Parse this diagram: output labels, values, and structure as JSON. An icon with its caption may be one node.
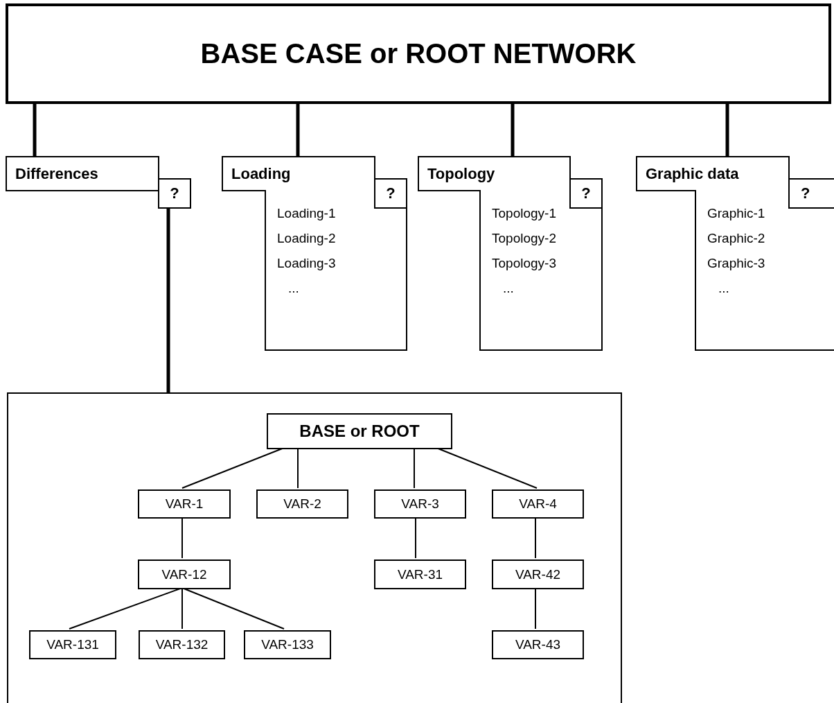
{
  "diagram": {
    "nodes": [
      {
        "text": [
          "BASE CASE or ROOT NETWORK"
        ]
      },
      {
        "text": [
          "Differences"
        ]
      },
      {
        "text": [
          "?"
        ]
      },
      {
        "text": [
          "Loading"
        ]
      },
      {
        "text": [
          "?"
        ]
      },
      {
        "text": [
          "Topology"
        ]
      },
      {
        "text": [
          "?"
        ]
      },
      {
        "text": [
          "Graphic data"
        ]
      },
      {
        "text": [
          "?"
        ]
      },
      {
        "text": [
          "Loading-1",
          "Loading-2",
          "Loading-3",
          "..."
        ]
      },
      {
        "text": [
          "Topology-1",
          "Topology-2",
          "Topology-3",
          "..."
        ]
      },
      {
        "text": [
          "Graphic-1",
          "Graphic-2",
          "Graphic-3",
          "..."
        ]
      },
      {
        "text": [],
        "shape": "box"
      },
      {
        "text": [
          "BASE or ROOT"
        ],
        "in": 12
      },
      {
        "text": [
          "VAR-1"
        ],
        "in": 12
      },
      {
        "text": [
          "VAR-2"
        ],
        "in": 12
      },
      {
        "text": [
          "VAR-3"
        ],
        "in": 12
      },
      {
        "text": [
          "VAR-4"
        ],
        "in": 12
      },
      {
        "text": [
          "VAR-12"
        ],
        "in": 12
      },
      {
        "text": [
          "VAR-31"
        ],
        "in": 12
      },
      {
        "text": [
          "VAR-42"
        ],
        "in": 12
      },
      {
        "text": [
          "VAR-131"
        ],
        "in": 12
      },
      {
        "text": [
          "VAR-132"
        ],
        "in": 12
      },
      {
        "text": [
          "VAR-133"
        ],
        "in": 12
      },
      {
        "text": [
          "VAR-43"
        ],
        "in": 12
      }
    ],
    "edges": [
      {
        "from": 0,
        "to": 1,
        "arrow": "none",
        "style": "thick"
      },
      {
        "from": 0,
        "to": 3,
        "arrow": "none",
        "style": "thick"
      },
      {
        "from": 0,
        "to": 5,
        "arrow": "none",
        "style": "thick"
      },
      {
        "from": 0,
        "to": 7,
        "arrow": "none",
        "style": "thick"
      },
      {
        "from": 2,
        "to": 12,
        "arrow": "none",
        "style": "thick"
      },
      {
        "from": 13,
        "to": 14,
        "arrow": "none"
      },
      {
        "from": 13,
        "to": 15,
        "arrow": "none"
      },
      {
        "from": 13,
        "to": 16,
        "arrow": "none"
      },
      {
        "from": 13,
        "to": 17,
        "arrow": "none"
      },
      {
        "from": 14,
        "to": 18,
        "arrow": "none"
      },
      {
        "from": 16,
        "to": 19,
        "arrow": "none"
      },
      {
        "from": 17,
        "to": 20,
        "arrow": "none"
      },
      {
        "from": 18,
        "to": 21,
        "arrow": "none"
      },
      {
        "from": 18,
        "to": 22,
        "arrow": "none"
      },
      {
        "from": 18,
        "to": 23,
        "arrow": "none"
      },
      {
        "from": 20,
        "to": 24,
        "arrow": "none"
      }
    ]
  }
}
